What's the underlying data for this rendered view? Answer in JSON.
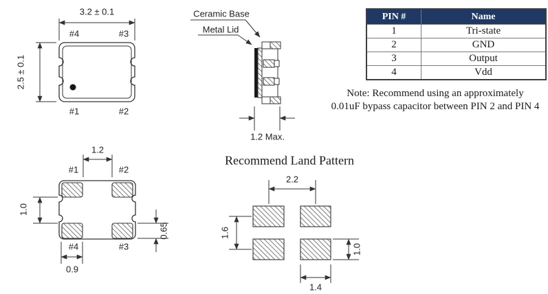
{
  "colors": {
    "line": "#333333",
    "header_bg": "#1f3864",
    "header_text": "#ffffff"
  },
  "top_view": {
    "width_dim": "3.2 ± 0.1",
    "height_dim": "2.5 ± 0.1",
    "pin_top_left": "#4",
    "pin_top_right": "#3",
    "pin_bottom_left": "#1",
    "pin_bottom_right": "#2"
  },
  "side_view": {
    "ceramic_label": "Ceramic Base",
    "lid_label": "Metal Lid",
    "thickness_dim": "1.2 Max."
  },
  "pin_table": {
    "col_pin": "PIN #",
    "col_name": "Name",
    "rows": [
      {
        "pin": "1",
        "name": "Tri-state"
      },
      {
        "pin": "2",
        "name": "GND"
      },
      {
        "pin": "3",
        "name": "Output"
      },
      {
        "pin": "4",
        "name": "Vdd"
      }
    ]
  },
  "note": {
    "line1": "Note: Recommend using an approximately",
    "line2": "0.01uF bypass capacitor between PIN 2 and PIN 4"
  },
  "bottom_view": {
    "pin_top_left": "#1",
    "pin_top_right": "#2",
    "pin_bottom_left": "#4",
    "pin_bottom_right": "#3",
    "dim_pad_span": "1.2",
    "dim_vertical_gap": "1.0",
    "dim_pad_height": "0.65",
    "dim_pad_width": "0.9"
  },
  "land_pattern": {
    "title": "Recommend Land Pattern",
    "dim_horizontal_pitch": "2.2",
    "dim_vertical_pitch": "1.6",
    "dim_pad_height": "1.0",
    "dim_pad_width": "1.4"
  }
}
